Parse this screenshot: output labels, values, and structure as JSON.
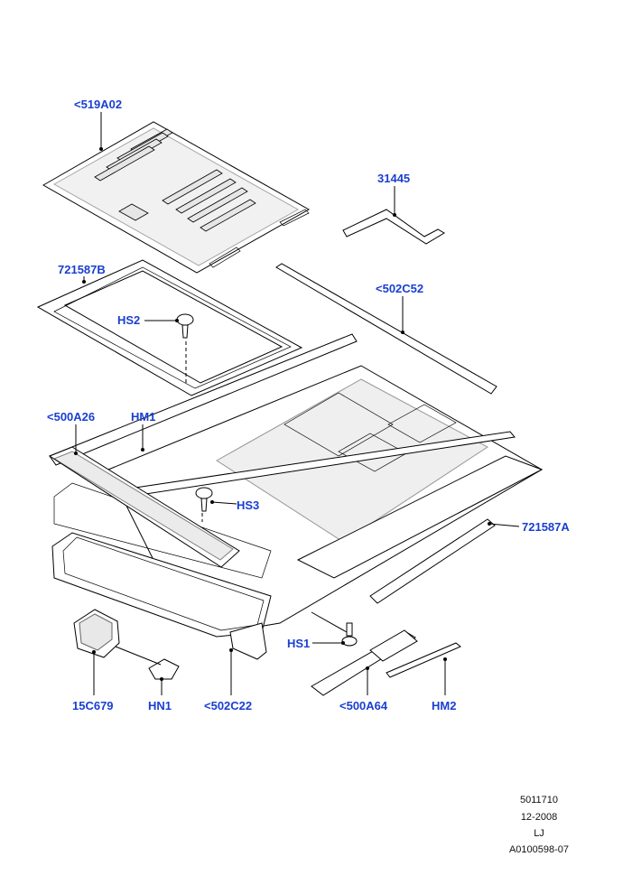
{
  "colors": {
    "callout": "#1a3fd1",
    "line": "#000000",
    "shade": "#d9d9d9"
  },
  "callouts": {
    "glass_panel": "<519A02",
    "wind_deflector_handle": "31445",
    "liner_frame": "721587B",
    "drain_tube": "<502C52",
    "screw_hs2": "HS2",
    "wind_deflector": "<500A26",
    "guide_rail_hm1": "HM1",
    "screw_hs3": "HS3",
    "side_rail": "721587A",
    "bolt_hs1": "HS1",
    "motor": "15C679",
    "nut_hn1": "HN1",
    "frame_seal": "<502C22",
    "mechanism": "<500A64",
    "cable_hm2": "HM2"
  },
  "meta": {
    "code": "5011710",
    "date": "12-2008",
    "initials": "LJ",
    "ref": "A0100598-07"
  }
}
